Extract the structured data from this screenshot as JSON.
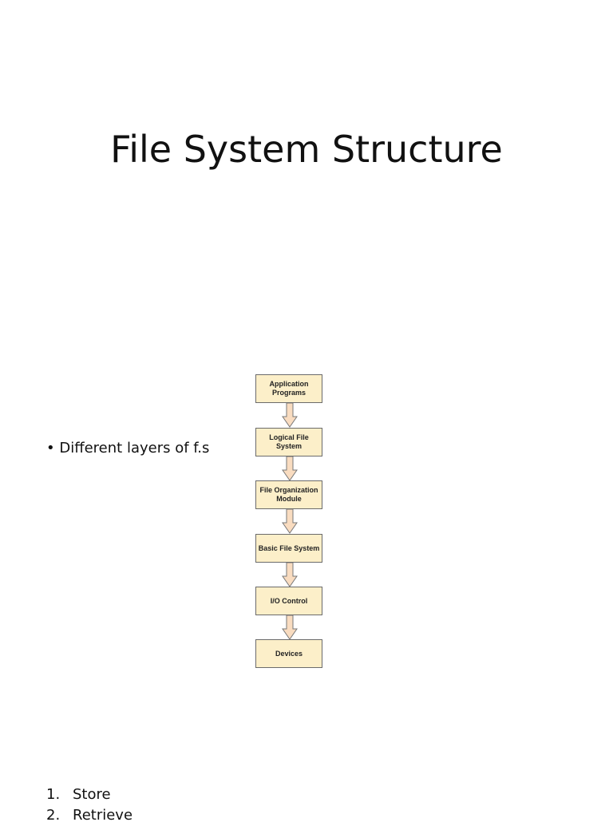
{
  "title": "File System Structure",
  "bullet": "Different layers of f.s",
  "diagram": {
    "layers": [
      "Application Programs",
      "Logical File System",
      "File Organization Module",
      "Basic File System",
      "I/O Control",
      "Devices"
    ],
    "box_color": "#fcefc9",
    "arrow_color": "#f9dcc0"
  },
  "list": [
    {
      "num": "1.",
      "text": "Store"
    },
    {
      "num": "2.",
      "text": "Retrieve"
    }
  ]
}
